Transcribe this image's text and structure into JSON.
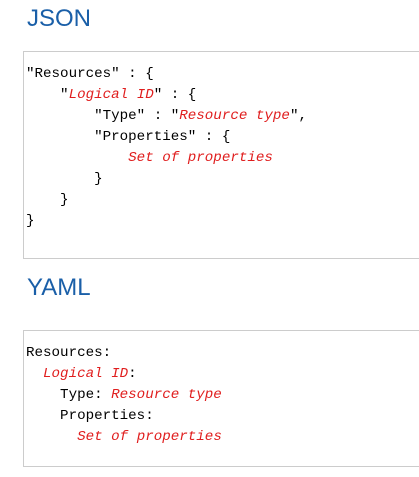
{
  "json_section": {
    "title": "JSON",
    "lines": [
      {
        "pre": "\"Resources\" : {",
        "ph": "",
        "post": ""
      },
      {
        "pre": "    \"",
        "ph": "Logical ID",
        "post": "\" : {"
      },
      {
        "pre": "        \"Type\" : \"",
        "ph": "Resource type",
        "post": "\","
      },
      {
        "pre": "        \"Properties\" : {",
        "ph": "",
        "post": ""
      },
      {
        "pre": "            ",
        "ph": "Set of properties",
        "post": ""
      },
      {
        "pre": "        }",
        "ph": "",
        "post": ""
      },
      {
        "pre": "    }",
        "ph": "",
        "post": ""
      },
      {
        "pre": "}",
        "ph": "",
        "post": ""
      }
    ]
  },
  "yaml_section": {
    "title": "YAML",
    "lines": [
      {
        "pre": "Resources:",
        "ph": "",
        "post": ""
      },
      {
        "pre": "  ",
        "ph": "Logical ID",
        "post": ":"
      },
      {
        "pre": "    Type: ",
        "ph": "Resource type",
        "post": ""
      },
      {
        "pre": "    Properties:",
        "ph": "",
        "post": ""
      },
      {
        "pre": "      ",
        "ph": "Set of properties",
        "post": ""
      }
    ]
  },
  "colors": {
    "heading": "#1a5fa8",
    "placeholder": "#e01e1e",
    "code": "#000000",
    "box_border": "#cccccc"
  }
}
